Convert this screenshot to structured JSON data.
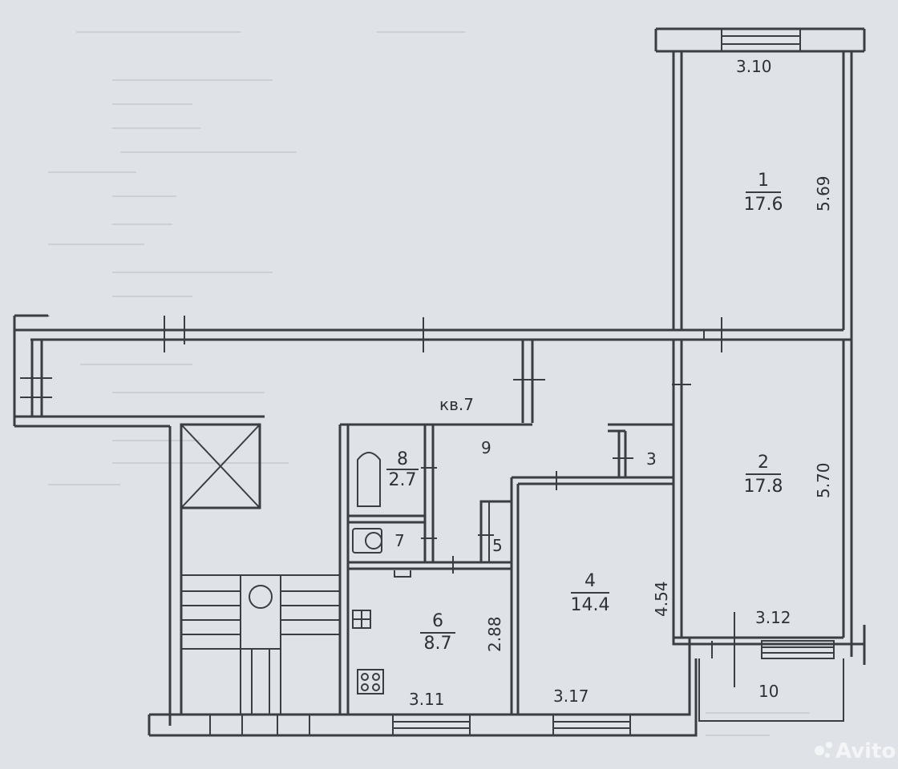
{
  "plan": {
    "apartment_label": "кв.7",
    "rooms": [
      {
        "id": "1",
        "number": "1",
        "area": "17.6"
      },
      {
        "id": "2",
        "number": "2",
        "area": "17.8"
      },
      {
        "id": "3",
        "number": "3",
        "area": ""
      },
      {
        "id": "4",
        "number": "4",
        "area": "14.4"
      },
      {
        "id": "5",
        "number": "5",
        "area": ""
      },
      {
        "id": "6",
        "number": "6",
        "area": "8.7"
      },
      {
        "id": "7",
        "number": "7",
        "area": ""
      },
      {
        "id": "8",
        "number": "8",
        "area": "2.7"
      },
      {
        "id": "9",
        "number": "9",
        "area": ""
      },
      {
        "id": "10",
        "number": "10",
        "area": ""
      }
    ],
    "dimensions": {
      "room1_width": "3.10",
      "room1_length": "5.69",
      "room2_length": "5.70",
      "room2_width": "3.12",
      "room4_length": "4.54",
      "room4_width": "3.17",
      "room6_length": "2.88",
      "room6_width": "3.11"
    },
    "watermark": "Avito",
    "colors": {
      "paper": "#dfe2e6",
      "ink": "#3a3d42"
    }
  }
}
